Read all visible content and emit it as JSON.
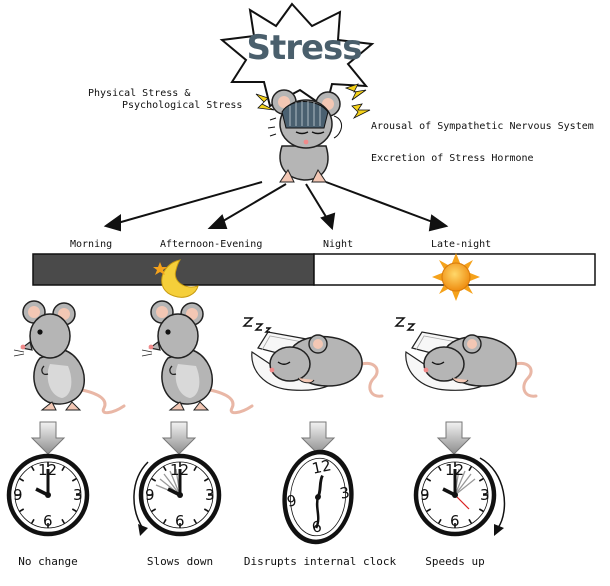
{
  "burst": {
    "title": "Stress"
  },
  "stress_types": {
    "line1": "Physical Stress &",
    "line2": "Psychological Stress"
  },
  "responses": [
    "Arousal of Sympathetic Nervous System",
    "Excretion of Stress Hormone"
  ],
  "phases": [
    {
      "label": "Morning",
      "result": "No change"
    },
    {
      "label": "Afternoon-Evening",
      "result": "Slows down"
    },
    {
      "label": "Night",
      "result": "Disrupts internal clock"
    },
    {
      "label": "Late-night",
      "result": "Speeds up"
    }
  ],
  "clock_numbers": [
    "12",
    "3",
    "6",
    "9"
  ],
  "colors": {
    "dark_band": "#4a4a4a",
    "mouse_gray": "#b5b5b5",
    "ear_pink": "#f3c7b4",
    "moon": "#f5cf3a",
    "sun": "#f5a21b"
  },
  "icons": [
    "lightning-icon",
    "moon-icon",
    "star-icon",
    "sun-icon",
    "sleep-z-icon",
    "down-arrow-icon",
    "clock-icon"
  ]
}
